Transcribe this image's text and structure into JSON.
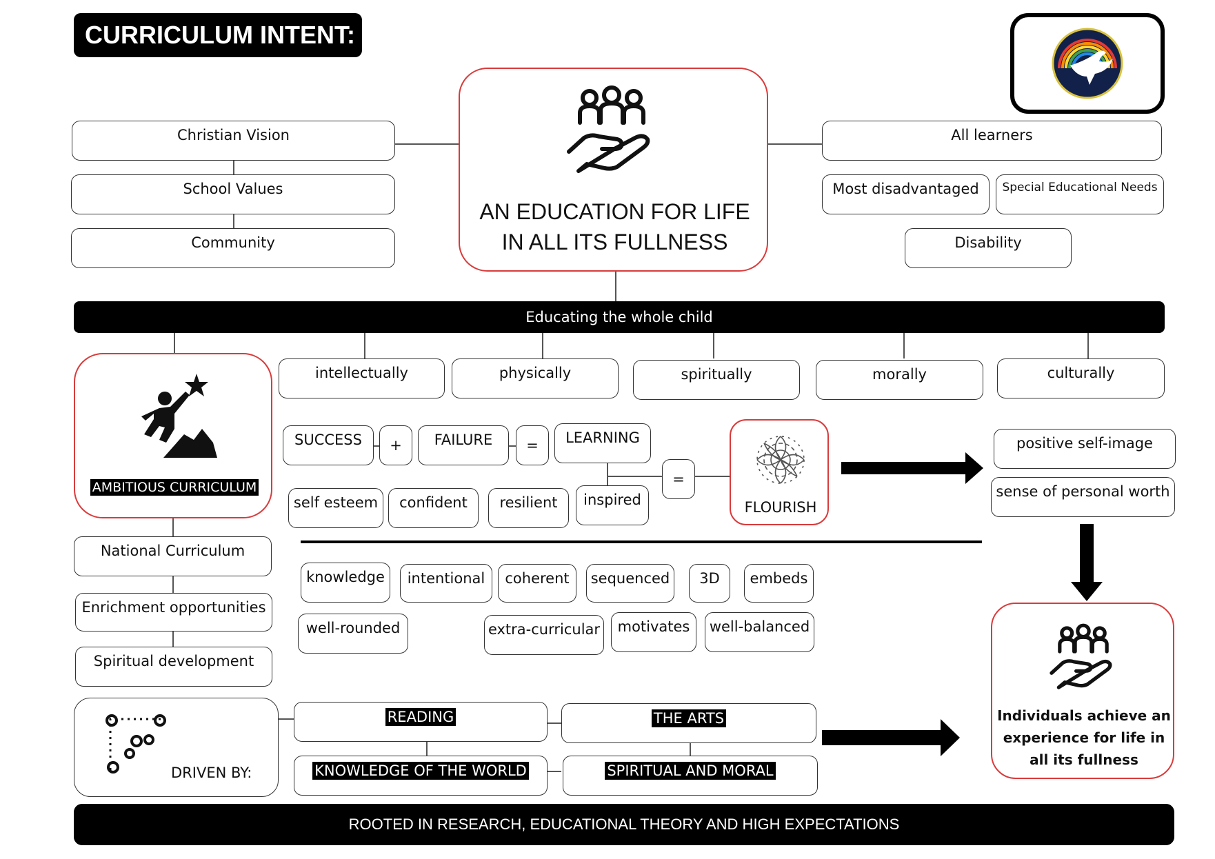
{
  "title": "CURRICULUM INTENT:",
  "logo_icon": "dove-rainbow-logo",
  "centre": {
    "heading_line1": "AN EDUCATION FOR LIFE",
    "heading_line2": "IN ALL ITS FULLNESS"
  },
  "left_top": [
    "Christian Vision",
    "School Values",
    "Community"
  ],
  "right_top": {
    "all": "All learners",
    "most": "Most disadvantaged",
    "sen": "Special Educational Needs",
    "disability": "Disability"
  },
  "whole_child_bar": "Educating the whole child",
  "dimensions": [
    "intellectually",
    "physically",
    "spiritually",
    "morally",
    "culturally"
  ],
  "ambitious": {
    "label": "AMBITIOUS CURRICULUM"
  },
  "equation": {
    "success": "SUCCESS",
    "plus": "+",
    "failure": "FAILURE",
    "eq1": "=",
    "learning": "LEARNING",
    "eq2": "="
  },
  "traits": [
    "self esteem",
    "confident",
    "resilient",
    "inspired"
  ],
  "flourish": "FLOURISH",
  "outcomes": [
    "positive self-image",
    "sense of personal worth"
  ],
  "left_mid": [
    "National Curriculum",
    "Enrichment opportunities",
    "Spiritual development"
  ],
  "qualities_row1": [
    "knowledge",
    "intentional",
    "coherent",
    "sequenced",
    "3D",
    "embeds"
  ],
  "qualities_row2": [
    "well-rounded",
    "extra-curricular",
    "motivates",
    "well-balanced"
  ],
  "driven": {
    "label": "DRIVEN BY:",
    "items": [
      "READING",
      "THE ARTS",
      "KNOWLEDGE OF THE WORLD",
      "SPIRITUAL AND MORAL"
    ]
  },
  "result": {
    "line1": "Individuals achieve an",
    "line2": "experience for life in",
    "line3": "all its fullness"
  },
  "footer": "ROOTED IN RESEARCH, EDUCATIONAL THEORY AND HIGH EXPECTATIONS",
  "colors": {
    "accent_red": "#d93b3b",
    "black": "#000000"
  }
}
